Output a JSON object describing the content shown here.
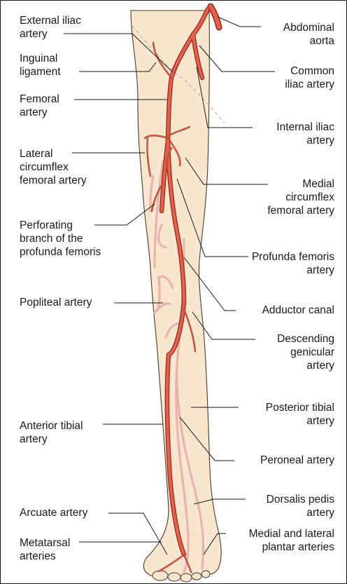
{
  "labels": {
    "external_iliac": "External iliac\nartery",
    "inguinal": "Inguinal\nligament",
    "femoral": "Femoral\nartery",
    "lateral_circumflex": "Lateral\ncircumflex\nfemoral artery",
    "perforating": "Perforating\nbranch of the\nprofunda femoris",
    "popliteal": "Popliteal artery",
    "anterior_tibial": "Anterior tibial\nartery",
    "arcuate": "Arcuate artery",
    "metatarsal": "Metatarsal\narteries",
    "abdominal_aorta": "Abdominal\naorta",
    "common_iliac": "Common\niliac artery",
    "internal_iliac": "Internal iliac\nartery",
    "medial_circumflex": "Medial\ncircumflex\nfemoral artery",
    "profunda": "Profunda femoris\nartery",
    "adductor": "Adductor canal",
    "descending_genicular": "Descending\ngenicular\nartery",
    "posterior_tibial": "Posterior tibial\nartery",
    "peroneal": "Peroneal artery",
    "dorsalis_pedis": "Dorsalis pedis\nartery",
    "plantar": "Medial and lateral\nplantar arteries"
  },
  "colors": {
    "skin": "#f8e6cf",
    "artery": "#e8604a",
    "artery_outline": "#8f2a1d",
    "posterior_vessel": "#e8b3ad",
    "leader": "#1a1a1a"
  }
}
